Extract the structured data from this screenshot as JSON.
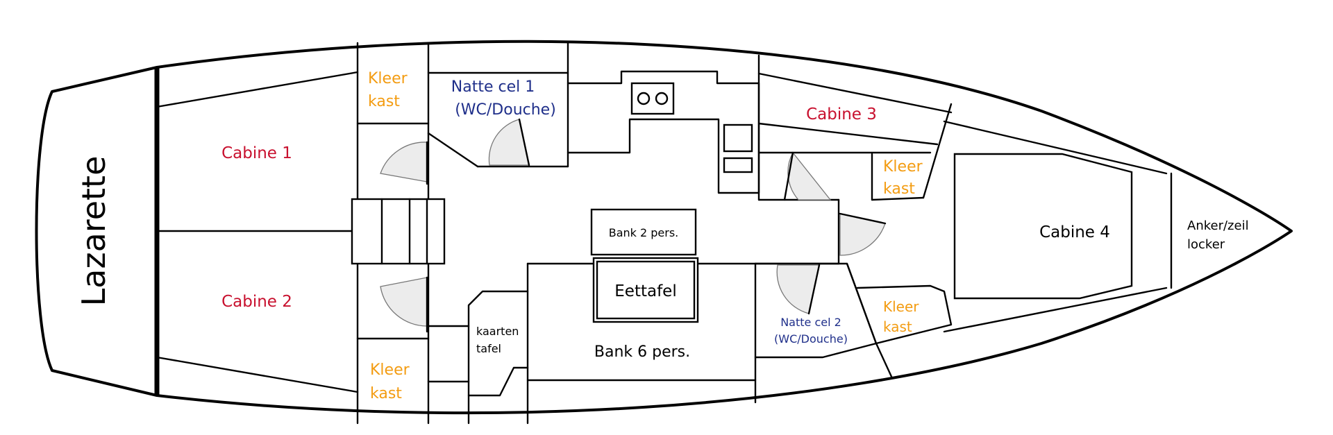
{
  "colors": {
    "cabin": "#c8102e",
    "locker": "#f39c12",
    "wet_cell": "#1f2f8a",
    "neutral": "#000000"
  },
  "labels": {
    "lazarette": "Lazarette",
    "cabine_1": "Cabine 1",
    "cabine_2": "Cabine 2",
    "cabine_3": "Cabine 3",
    "cabine_4": "Cabine 4",
    "kleer_kast_1_line1": "Kleer",
    "kleer_kast_1_line2": "kast",
    "kleer_kast_2_line1": "Kleer",
    "kleer_kast_2_line2": "kast",
    "kleer_kast_3_line1": "Kleer",
    "kleer_kast_3_line2": "kast",
    "kleer_kast_4_line1": "Kleer",
    "kleer_kast_4_line2": "kast",
    "natte_cel_1_line1": "Natte cel 1",
    "natte_cel_1_line2": "(WC/Douche)",
    "natte_cel_2_line1": "Natte cel 2",
    "natte_cel_2_line2": "(WC/Douche)",
    "bank_2": "Bank  2 pers.",
    "eettafel": "Eettafel",
    "bank_6": "Bank  6 pers.",
    "kaarten_line1": "kaarten",
    "kaarten_line2": "tafel",
    "anker_line1": "Anker/zeil",
    "anker_line2": "locker"
  }
}
